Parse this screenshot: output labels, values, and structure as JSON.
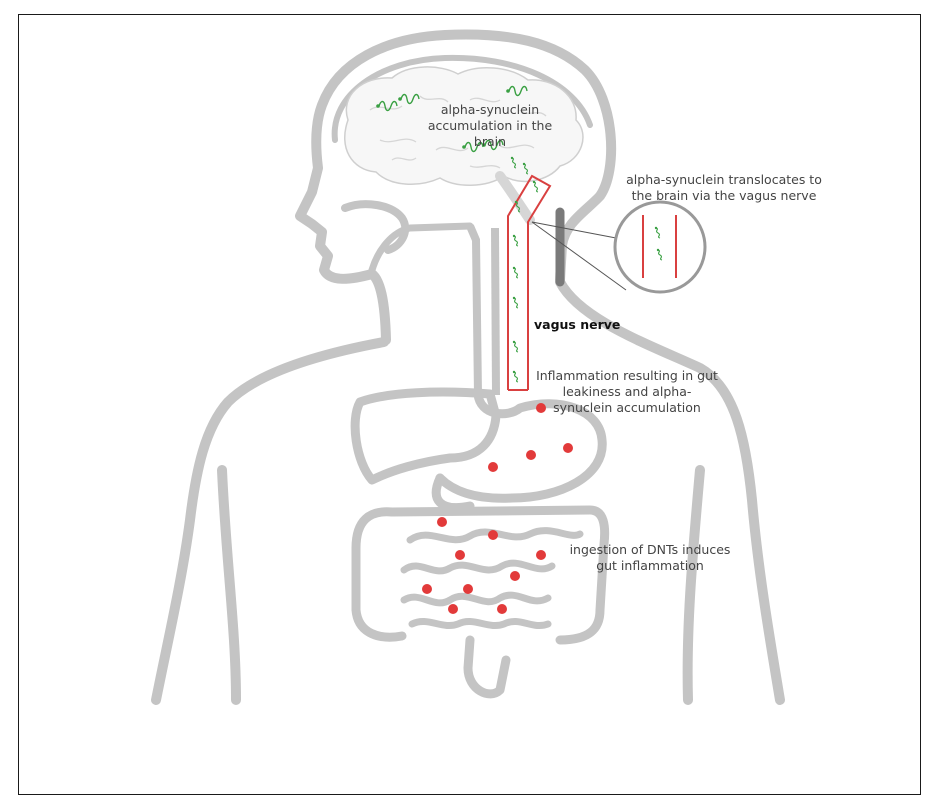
{
  "labels": {
    "brain_accumulation": [
      "alpha-synuclein",
      "accumulation in the brain"
    ],
    "translocation": [
      "alpha-synuclein translocates to",
      "the brain via the vagus nerve"
    ],
    "vagus_nerve": "vagus nerve",
    "inflammation": [
      "Inflammation resulting in gut",
      "leakiness and alpha-",
      "synuclein accumulation"
    ],
    "ingestion": [
      "ingestion of DNTs induces",
      "gut inflammation"
    ]
  },
  "colors": {
    "body_outline": "#c4c4c4",
    "nerve": "#d94040",
    "protein": "#3aa043",
    "inflammation_dot": "#e23a3a",
    "text": "#444444"
  },
  "icons": {
    "protein": "alpha-synuclein-coil-icon",
    "inflammation": "inflammation-dot-icon",
    "magnifier": "magnified-nerve-inset"
  }
}
